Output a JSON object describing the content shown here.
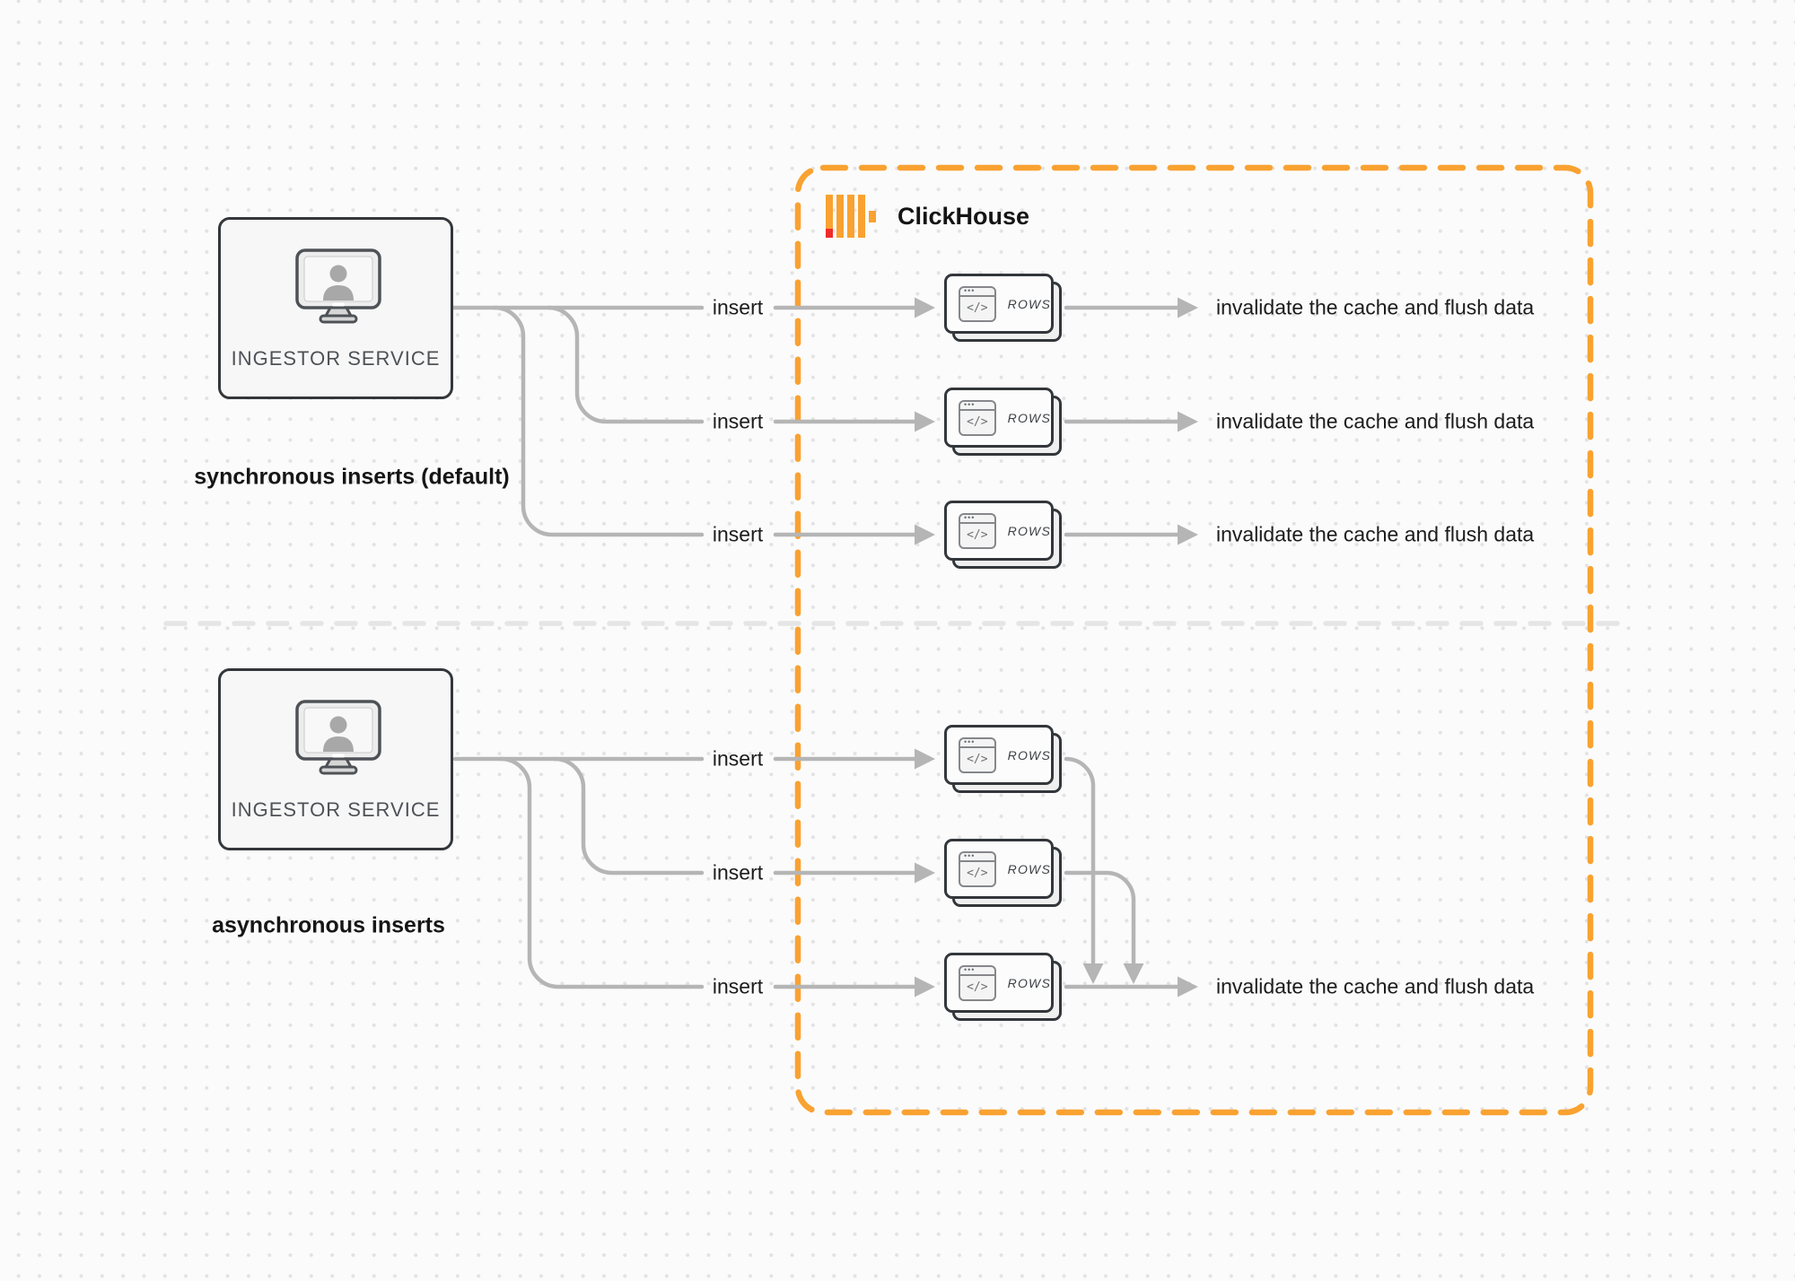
{
  "colors": {
    "accent_orange": "#F9A231",
    "logo_red": "#EF2B2A",
    "connector_gray": "#B5B5B5",
    "border_dark": "#33373B",
    "divider_gray": "#E5E5E5",
    "text_dark": "#1C1C1C"
  },
  "clickhouse": {
    "name": "ClickHouse"
  },
  "icons": {
    "window_dots": "•••",
    "window_code": "</>"
  },
  "sync": {
    "service_label": "INGESTOR SERVICE",
    "caption": "synchronous inserts (default)",
    "rows": [
      {
        "insert": "insert",
        "rows": "ROWS",
        "result": "invalidate the cache and flush data"
      },
      {
        "insert": "insert",
        "rows": "ROWS",
        "result": "invalidate the cache and flush data"
      },
      {
        "insert": "insert",
        "rows": "ROWS",
        "result": "invalidate the cache and flush data"
      }
    ]
  },
  "async": {
    "service_label": "INGESTOR SERVICE",
    "caption": "asynchronous inserts",
    "rows": [
      {
        "insert": "insert",
        "rows": "ROWS"
      },
      {
        "insert": "insert",
        "rows": "ROWS"
      },
      {
        "insert": "insert",
        "rows": "ROWS"
      }
    ],
    "result": "invalidate the cache and flush data"
  }
}
